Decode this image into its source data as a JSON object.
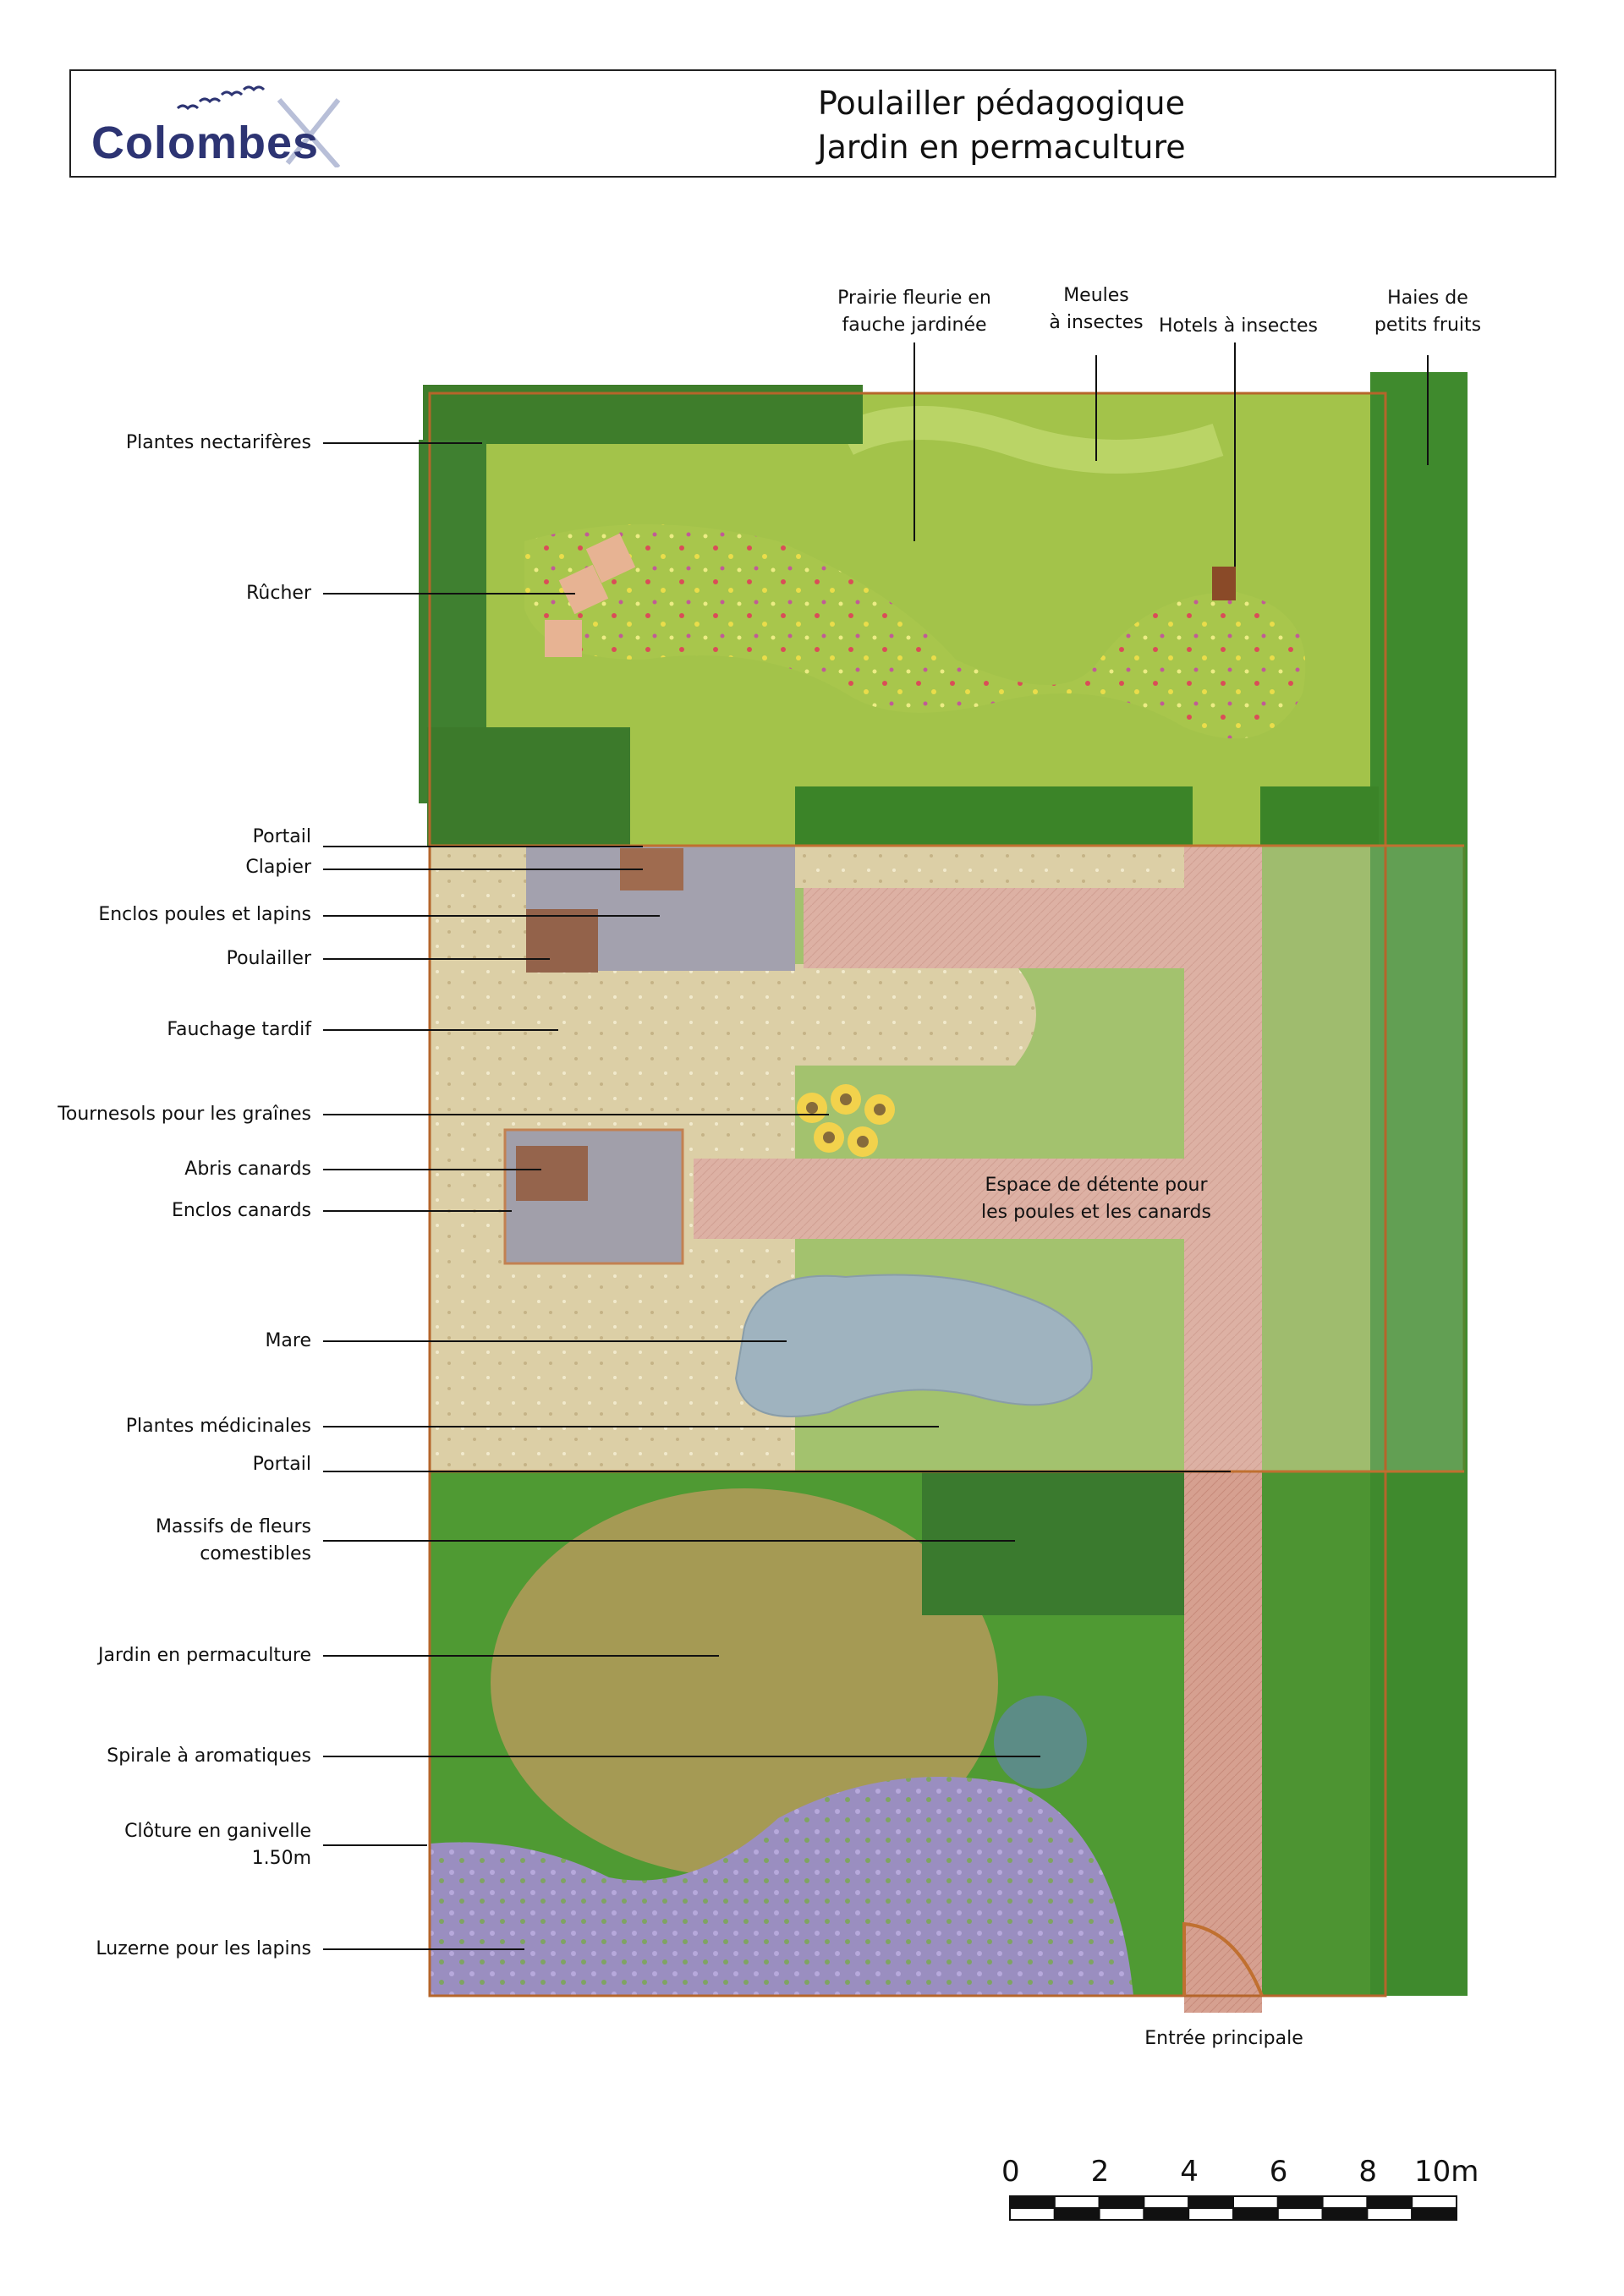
{
  "logo": {
    "text": "Colombes"
  },
  "title": {
    "line1": "Poulailler pédagogique",
    "line2": "Jardin en permaculture"
  },
  "colors": {
    "prairie": "#a6c44a",
    "fauchage": "#d8c796",
    "path": "#d49a8a",
    "lawn": "#5d9c3a",
    "enclos": "#8e8c9a",
    "mare": "#7f9aa8",
    "luzerne": "#9b8cc4",
    "hedge": "#3f7f2d",
    "fence": "#b5652a"
  },
  "labels_left": [
    {
      "id": "plantes-nectariferes",
      "text": "Plantes nectarifères"
    },
    {
      "id": "rucher",
      "text": "Rûcher"
    },
    {
      "id": "portail-1",
      "text": "Portail"
    },
    {
      "id": "clapier",
      "text": "Clapier"
    },
    {
      "id": "enclos-poules-lapins",
      "text": "Enclos poules et lapins"
    },
    {
      "id": "poulailler",
      "text": "Poulailler"
    },
    {
      "id": "fauchage-tardif",
      "text": "Fauchage tardif"
    },
    {
      "id": "tournesols",
      "text": "Tournesols pour les graînes"
    },
    {
      "id": "abris-canards",
      "text": "Abris canards"
    },
    {
      "id": "enclos-canards",
      "text": "Enclos canards"
    },
    {
      "id": "mare",
      "text": "Mare"
    },
    {
      "id": "plantes-medicinales",
      "text": "Plantes médicinales"
    },
    {
      "id": "portail-2",
      "text": "Portail"
    },
    {
      "id": "massifs-fleurs",
      "text": "Massifs de fleurs\ncomestibles"
    },
    {
      "id": "jardin-permaculture",
      "text": "Jardin en permaculture"
    },
    {
      "id": "spirale-aromatiques",
      "text": "Spirale à aromatiques"
    },
    {
      "id": "cloture-ganivelle",
      "text": "Clôture en ganivelle\n1.50m"
    },
    {
      "id": "luzerne",
      "text": "Luzerne pour les lapins"
    }
  ],
  "labels_top": [
    {
      "id": "prairie-fleurie",
      "text": "Prairie fleurie en\nfauche jardinée"
    },
    {
      "id": "meules-insectes",
      "text": "Meules\nà insectes"
    },
    {
      "id": "hotels-insectes",
      "text": "Hotels à insectes"
    },
    {
      "id": "haies-fruits",
      "text": "Haies de\npetits fruits"
    }
  ],
  "labels_inline": [
    {
      "id": "espace-detente",
      "text": "Espace de détente pour\nles poules et les canards"
    },
    {
      "id": "entree-principale",
      "text": "Entrée principale"
    }
  ],
  "scale": {
    "ticks": [
      "0",
      "2",
      "4",
      "6",
      "8",
      "10m"
    ],
    "segments": 10
  }
}
